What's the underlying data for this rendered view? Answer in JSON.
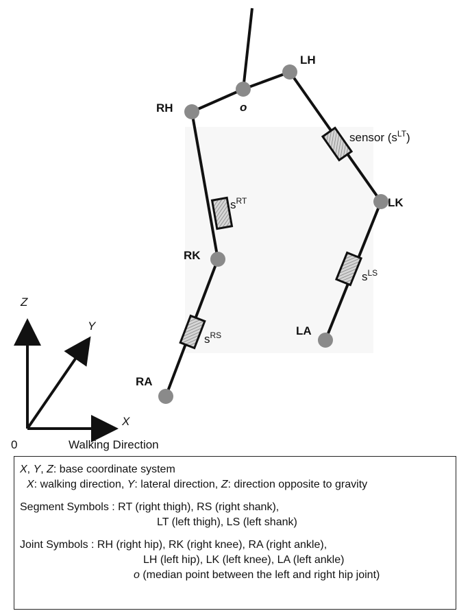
{
  "diagram": {
    "joints": {
      "o": "o",
      "RH": "RH",
      "LH": "LH",
      "RK": "RK",
      "LK": "LK",
      "RA": "RA",
      "LA": "LA"
    },
    "sensors": {
      "LT": {
        "prefix": "sensor (s",
        "sup": "LT",
        "suffix": ")"
      },
      "RT": {
        "base": "s",
        "sup": "RT"
      },
      "RS": {
        "base": "s",
        "sup": "RS"
      },
      "LS": {
        "base": "s",
        "sup": "LS"
      }
    },
    "axes": {
      "z": "Z",
      "y": "Y",
      "x": "X",
      "origin": "0",
      "x_caption": "Walking Direction"
    }
  },
  "legend": {
    "coords": {
      "x": "X",
      "y": "Y",
      "z": "Z",
      "coords_desc": ":  base coordinate system",
      "x_desc": ": walking direction, ",
      "y_desc": ": lateral direction, ",
      "z_desc": ": direction opposite to gravity"
    },
    "segments": {
      "line1": "Segment Symbols : RT (right thigh), RS (right shank),",
      "line2": "LT (left thigh), LS (left shank)"
    },
    "joints": {
      "line1": "Joint Symbols : RH (right hip), RK (right knee), RA (right ankle),",
      "line2": "LH (left hip), LK (left knee), LA (left ankle)",
      "o": "o",
      "line3": " (median point between the left and right hip joint)"
    }
  },
  "colors": {
    "joint": "#8a8a8a",
    "line": "#111111",
    "sensor_fill": "#c8c8c8",
    "panel": "#f7f7f7"
  }
}
